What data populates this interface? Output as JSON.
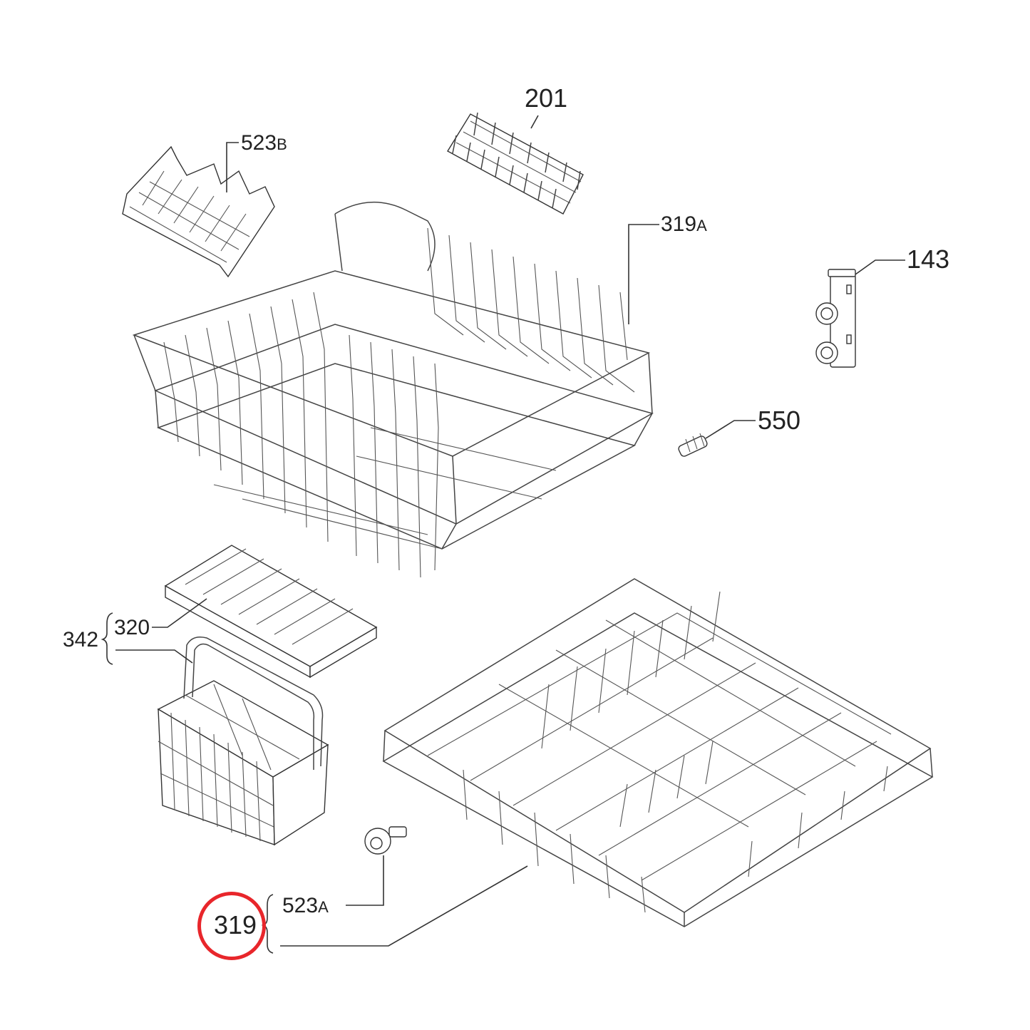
{
  "diagram": {
    "title": "Dishwasher basket assembly exploded parts diagram",
    "highlight_color": "#e8262b",
    "highlighted_part": "319",
    "parts": [
      {
        "id": "p201",
        "number": "201",
        "suffix": "",
        "description": "cup/glass tine insert"
      },
      {
        "id": "p523b",
        "number": "523",
        "suffix": "B",
        "description": "folding tine rack"
      },
      {
        "id": "p319a",
        "number": "319",
        "suffix": "A",
        "description": "upper basket"
      },
      {
        "id": "p143",
        "number": "143",
        "suffix": "",
        "description": "basket wheel carrier"
      },
      {
        "id": "p550",
        "number": "550",
        "suffix": "",
        "description": "axle pin"
      },
      {
        "id": "p342",
        "number": "342",
        "suffix": "",
        "description": "cutlery basket assembly"
      },
      {
        "id": "p320",
        "number": "320",
        "suffix": "",
        "description": "cutlery basket lid"
      },
      {
        "id": "p319",
        "number": "319",
        "suffix": "",
        "description": "lower basket assembly"
      },
      {
        "id": "p523a",
        "number": "523",
        "suffix": "A",
        "description": "lower basket wheel"
      }
    ]
  }
}
